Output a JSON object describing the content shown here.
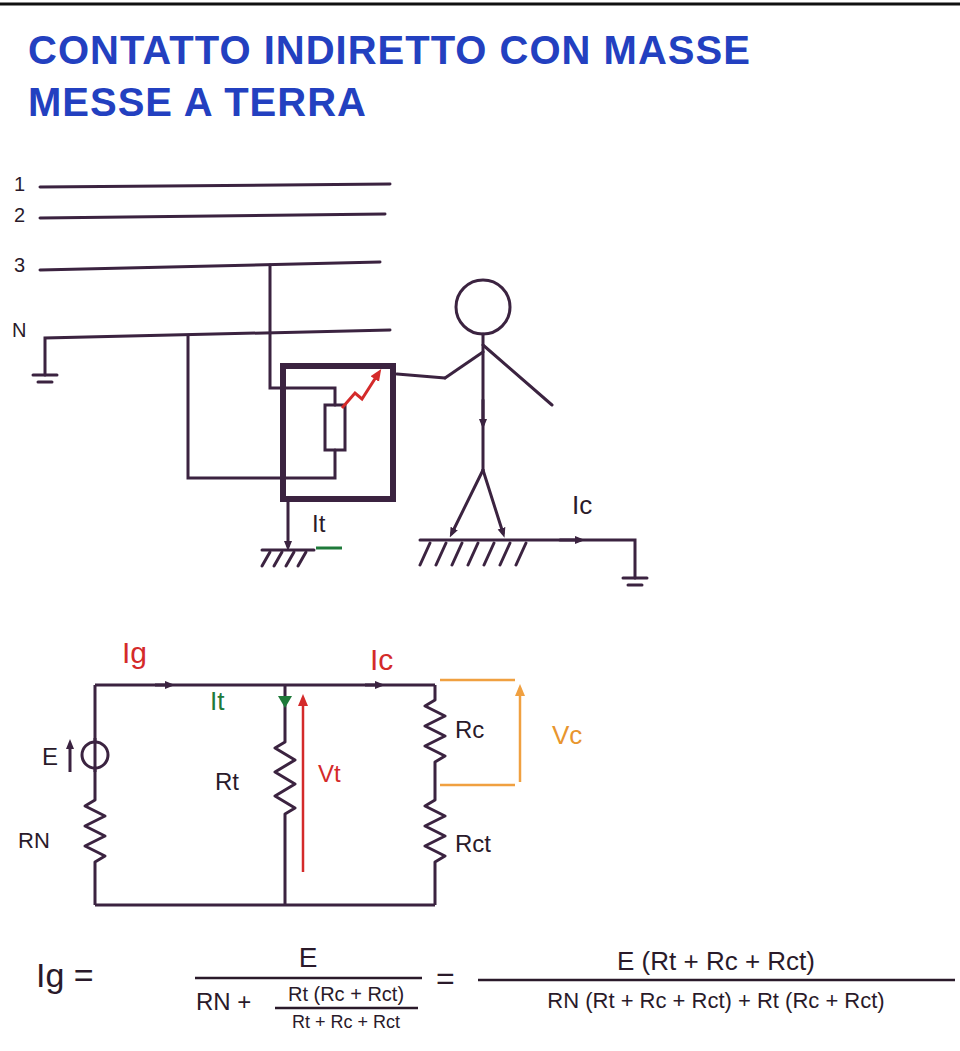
{
  "diagram": {
    "title": "CONTATTO INDIRETTO CON MASSE MESSE A TERRA",
    "labels": [
      "1",
      "2",
      "3",
      "N",
      "It",
      "Ic",
      "Ig",
      "Ic",
      "It",
      "E",
      "RN",
      "Rt",
      "Vt",
      "Rc",
      "Vc",
      "Rct",
      "Ig =",
      "E",
      "RN +",
      "Rt (Rc + Rct)",
      "Rt + Rc + Rct",
      "=",
      "E (Rt + Rc + Rct)",
      "RN (Rt + Rc + Rct) + Rt (Rc + Rct)"
    ]
  }
}
